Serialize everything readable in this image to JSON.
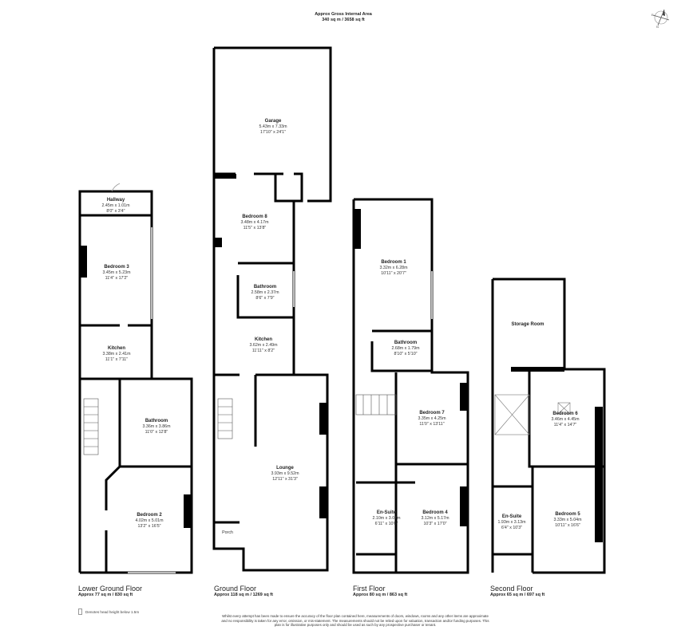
{
  "header": {
    "title": "Approx Gross Internal Area",
    "area": "340 sq m / 3658 sq ft"
  },
  "floors": [
    {
      "name": "Lower Ground Floor",
      "area": "Approx 77 sq m / 830 sq ft",
      "rooms": [
        {
          "name": "Hallway",
          "metric": "2.45m x 1.01m",
          "imperial": "8'0\" x 3'4\""
        },
        {
          "name": "Bedroom 3",
          "metric": "3.45m x 5.23m",
          "imperial": "11'4\" x 17'2\""
        },
        {
          "name": "Kitchen",
          "metric": "3.38m x 2.41m",
          "imperial": "11'1\" x 7'11\""
        },
        {
          "name": "Bathroom",
          "metric": "3.36m x 3.86m",
          "imperial": "11'0\" x 12'8\""
        },
        {
          "name": "Bedroom 2",
          "metric": "4.02m x 5.01m",
          "imperial": "13'2\" x 16'5\""
        }
      ]
    },
    {
      "name": "Ground Floor",
      "area": "Approx 118 sq m / 1269 sq ft",
      "rooms": [
        {
          "name": "Garage",
          "metric": "5.43m x 7.33m",
          "imperial": "17'10\" x 24'1\""
        },
        {
          "name": "Bedroom 8",
          "metric": "3.48m x 4.17m",
          "imperial": "11'5\" x 13'8\""
        },
        {
          "name": "Bathroom",
          "metric": "2.58m x 2.37m",
          "imperial": "8'6\" x 7'9\""
        },
        {
          "name": "Kitchen",
          "metric": "3.62m x 2.49m",
          "imperial": "11'11\" x 8'2\""
        },
        {
          "name": "Lounge",
          "metric": "3.93m x 9.52m",
          "imperial": "12'11\" x 31'3\""
        },
        {
          "name": "Porch",
          "metric": "",
          "imperial": ""
        }
      ]
    },
    {
      "name": "First Floor",
      "area": "Approx 80 sq m / 863 sq ft",
      "rooms": [
        {
          "name": "Bedroom 1",
          "metric": "3.32m x 6.28m",
          "imperial": "10'11\" x 20'7\""
        },
        {
          "name": "Bathroom",
          "metric": "2.68m x 1.79m",
          "imperial": "8'10\" x 5'10\""
        },
        {
          "name": "Bedroom 7",
          "metric": "3.35m x 4.25m",
          "imperial": "11'0\" x 13'11\""
        },
        {
          "name": "En-Suite",
          "metric": "2.10m x 3.04m",
          "imperial": "6'11\" x 10'0\""
        },
        {
          "name": "Bedroom 4",
          "metric": "3.12m x 5.17m",
          "imperial": "10'3\" x 17'0\""
        }
      ]
    },
    {
      "name": "Second Floor",
      "area": "Approx 65 sq m / 697 sq ft",
      "rooms": [
        {
          "name": "Storage Room",
          "metric": "",
          "imperial": ""
        },
        {
          "name": "Bedroom 6",
          "metric": "3.46m x 4.45m",
          "imperial": "11'4\" x 14'7\""
        },
        {
          "name": "En-Suite",
          "metric": "1.93m x 3.13m",
          "imperial": "6'4\" x 10'3\""
        },
        {
          "name": "Bedroom 5",
          "metric": "3.33m x 5.04m",
          "imperial": "10'11\" x 16'6\""
        }
      ]
    }
  ],
  "key": {
    "label": "Denotes head height below 1.5m"
  },
  "disclaimer": "Whilst every attempt has been made to ensure the accuracy of the floor plan contained here, measurements of doors, windows, rooms and any other items are approximate and no responsibility is taken for any error, omission, or mis-statement. The measurements should not be relied upon for valuation, transaction and/or funding purposes. This plan is for illustrative purposes only and should be used as such by any prospective purchaser or tenant.",
  "compass": {
    "icon": "compass-rose-icon"
  }
}
